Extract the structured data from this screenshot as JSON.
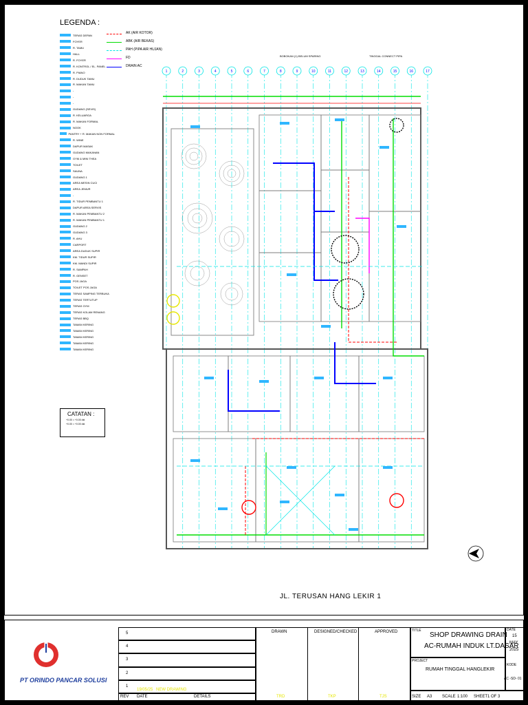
{
  "legenda": {
    "title": "LEGENDA :",
    "items": [
      "TERAS DEPAN",
      "FOYER",
      "R. TAMU",
      "HALL",
      "R. FOYER",
      "R. KONTROL / EL. PANEL",
      "R. PIANO",
      "R. DUDUK TAMU",
      "R. MAKAN TAMU",
      "-",
      "-",
      "-",
      "GUDANG (SEVIS)",
      "R. KELUARGA",
      "R. MAKAN FORMAL",
      "NOOK",
      "PANTRY + R. MAKAN NON FORMAL",
      "R. WINE",
      "DAPUR MASAK",
      "GUDANG MAKANAN",
      "GYM & MINI THEA",
      "TOILET",
      "SAUNA",
      "GUDANG 1",
      "AREA MESIN CUCI",
      "AREA JEMUR",
      "-",
      "R. TIDUR PEMBANTU 1",
      "DAPUR AREA SERVIS",
      "R. MAKAN PEMBANTU 2",
      "R. MAKAN PEMBANTU 1",
      "GUDANG 2",
      "GUDANG 3",
      "R. AHU",
      "CARPORT",
      "AREA DUDUK SUPIR",
      "KM. TIDUR SUPIR",
      "KM. MANDI SUPIR",
      "R. SAMPAH",
      "R. GENSET",
      "POS JAGA",
      "TOILET POS JAGA",
      "TERAS SAMPING TERBUKA",
      "TERAS TERTUTUP",
      "TERAS GYM",
      "TERAS KOLAM RENANG",
      "TERAS BBQ",
      "TAMAN KERING",
      "TAMAN KERING",
      "TAMAN KERING",
      "TAMAN KERING",
      "TAMAN KERING"
    ]
  },
  "line_legend": [
    {
      "label": "AK (AIR KOTOR)",
      "color": "#ff0000",
      "style": "dashed"
    },
    {
      "label": "ABK (AIR BEKAS)",
      "color": "#00dd00",
      "style": "solid"
    },
    {
      "label": "PAH (PIPA AIR HUJAN)",
      "color": "#00e5e5",
      "style": "dashed"
    },
    {
      "label": "FD",
      "color": "#ff00ff",
      "style": "solid"
    },
    {
      "label": "DRAIN AC",
      "color": "#0000ff",
      "style": "solid"
    }
  ],
  "catatan": {
    "title": "CATATAN :",
    "lines": [
      "+0.00 = +0.00 dst",
      "+0.00 = +0.00 dst"
    ]
  },
  "plan": {
    "street_label": "JL. TERUSAN HANG LEKIR 1",
    "note_top_1": "BOBOKAN (1) BELUM SPARING",
    "note_top_2": "TINGGAL CONNECT PIPA",
    "grid_numbers": [
      "1",
      "2",
      "3",
      "4",
      "5",
      "6",
      "7",
      "8",
      "9",
      "10",
      "11",
      "12",
      "13",
      "14",
      "15",
      "16",
      "17"
    ],
    "north_label": "U"
  },
  "title_block": {
    "company": "PT ORINDO PANCAR SOLUSI",
    "rev_rows": [
      "5",
      "4",
      "3",
      "2",
      "1"
    ],
    "rev_entry_date": "19/05/25",
    "rev_entry_detail": "NEW DRAWING",
    "headers": {
      "rev": "REV",
      "date": "DATE",
      "details": "DETAILS"
    },
    "drawn_label": "DRAWN",
    "designed_label": "DESIGNED/CHECKED",
    "approved_label": "APPROVED",
    "drawn_value": "TRD",
    "designed_value": "TKP",
    "approved_value": "TJS",
    "title_label": "TITLE",
    "title_line1": "SHOP DRAWING DRAIN",
    "title_line2": "AC-RUMAH INDUK LT.DASAR",
    "project_label": "PROJECT",
    "project_value": "RUMAH TINGGAL HANGLEKIR",
    "date_label": "DATE",
    "date_day": "15",
    "date_month": "MAY",
    "date_year": "2025",
    "kode_label": "KODE",
    "kode_value": "AC -SD- 01",
    "size_label": "SIZE",
    "size_value": "A3",
    "scale_label": "SCALE",
    "scale_value": "1:100",
    "sheet_label": "SHEET",
    "sheet_value": "1 OF 3"
  },
  "colors": {
    "blue_label": "#2fb6ff",
    "cyan": "#00e5e5",
    "red": "#ff0000",
    "green": "#00dd00",
    "magenta": "#ff00ff",
    "drain_blue": "#0000ff",
    "yellow": "#e6e600",
    "logo_red": "#e0302e",
    "logo_blue": "#1f3f9e"
  }
}
